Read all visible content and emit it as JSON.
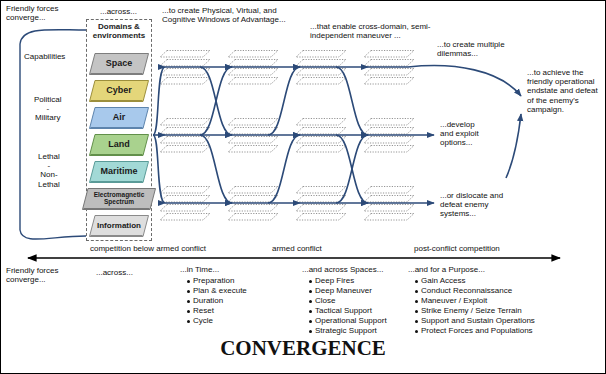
{
  "diagram": {
    "title": "CONVERGENCE",
    "nodes": [
      {
        "text": [
          "Domains & environments"
        ]
      },
      {
        "text": [
          "Space"
        ],
        "in": 0
      },
      {
        "text": [
          "Cyber"
        ],
        "in": 0
      },
      {
        "text": [
          "Air"
        ],
        "in": 0
      },
      {
        "text": [
          "Land"
        ],
        "in": 0
      },
      {
        "text": [
          "Maritime"
        ],
        "in": 0
      },
      {
        "text": [
          "Electromagnetic Spectrum"
        ],
        "in": 0
      },
      {
        "text": [
          "Information"
        ],
        "in": 0
      }
    ],
    "labels": [
      "Friendly forces converge...",
      "...across...",
      "...to create Physical, Virtual, and Cognitive Windows of Advantage...",
      "...that enable cross-domain, semi-independent maneuver ...",
      "...to create multiple dilemmas...",
      "Capabilities",
      "Political - Military",
      "...to achieve the friendly operational endstate and defeat of the enemy's campaign.",
      "...develop and exploit options...",
      "Lethal - Non-Lethal",
      "...or dislocate and defeat enemy systems...",
      "competition below armed conflict",
      "armed conflict",
      "post-conflict competition",
      "Friendly forces converge...",
      "...across...",
      "...in Time...",
      "Preparation",
      "Plan & execute",
      "Duration",
      "Reset",
      "Cycle",
      "...and across Spaces...",
      "Deep Fires",
      "Deep Maneuver",
      "Close",
      "Tactical Support",
      "Operational Support",
      "Strategic Support",
      "...and for a Purpose...",
      "Gain Access",
      "Conduct Reconnaissance",
      "Maneuver / Exploit",
      "Strike Enemy / Seize Terrain",
      "Support and Sustain Operations",
      "Protect Forces and Populations"
    ]
  }
}
